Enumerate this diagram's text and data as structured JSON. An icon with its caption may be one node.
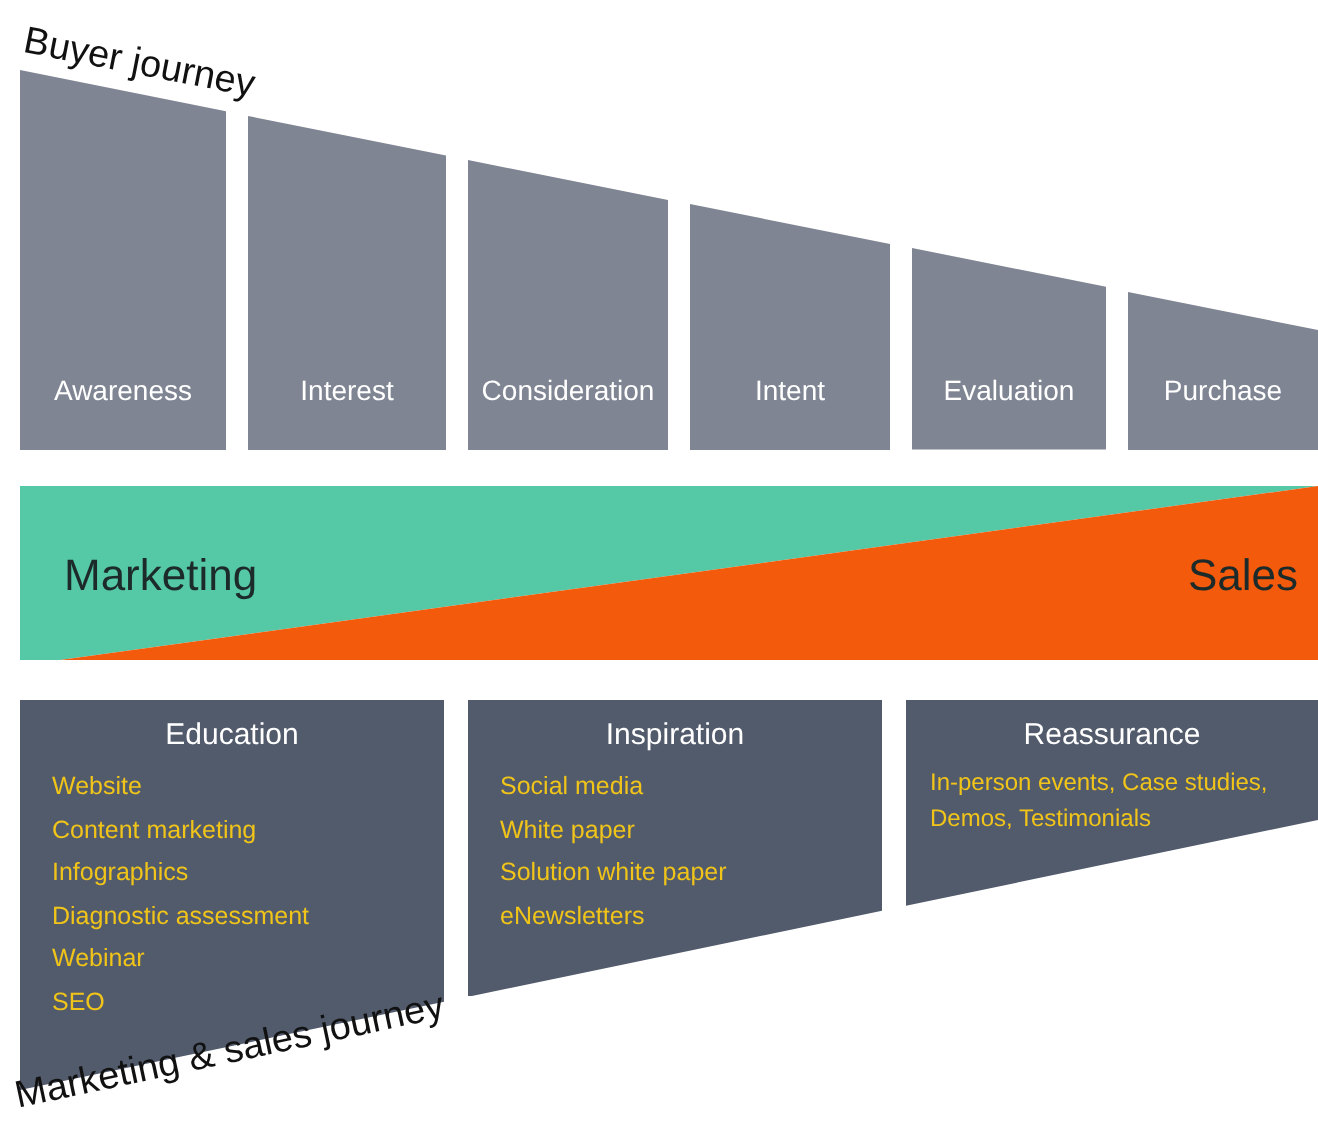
{
  "diagram": {
    "nodes": [
      {
        "text": [
          "Awareness"
        ]
      },
      {
        "text": [
          "Interest"
        ]
      },
      {
        "text": [
          "Consideration"
        ]
      },
      {
        "text": [
          "Intent"
        ]
      },
      {
        "text": [
          "Evaluation"
        ]
      },
      {
        "text": [
          "Purchase"
        ]
      },
      {
        "text": [
          "Marketing"
        ]
      },
      {
        "text": [
          "Sales"
        ]
      },
      {
        "text": [
          "Education",
          "Website",
          "Content marketing",
          "Infographics",
          "Diagnostic assessment",
          "Webinar",
          "SEO"
        ]
      },
      {
        "text": [
          "Inspiration",
          "Social media",
          "White paper",
          "Solution white paper",
          "eNewsletters"
        ]
      },
      {
        "text": [
          "Reassurance",
          "In-person events, Case studies, Demos, Testimonials"
        ]
      }
    ],
    "labels": [
      "Buyer journey",
      "Marketing & sales journey"
    ]
  }
}
